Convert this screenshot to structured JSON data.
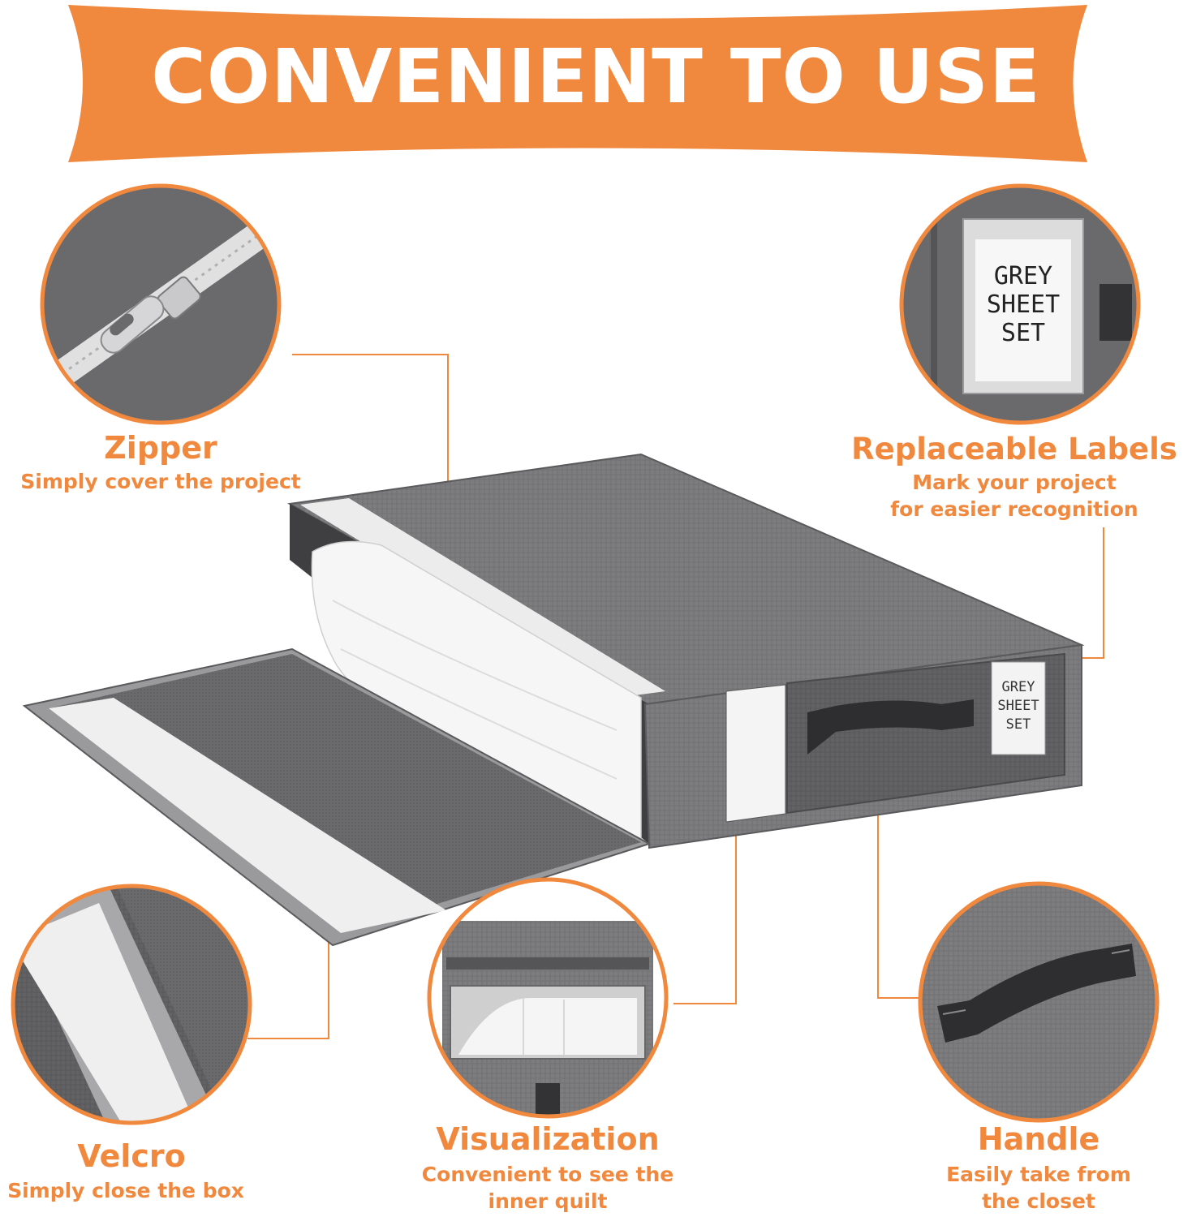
{
  "banner": {
    "title": "CONVENIENT TO USE",
    "color": "#f0883e"
  },
  "features": {
    "zipper": {
      "title": "Zipper",
      "subtitle": "Simply cover the project",
      "icon": "zipper-pull-icon"
    },
    "labels": {
      "title": "Replaceable Labels",
      "subtitle_line1": "Mark your project",
      "subtitle_line2": "for easier recognition",
      "icon": "label-card-icon"
    },
    "velcro": {
      "title": "Velcro",
      "subtitle": "Simply close the box",
      "icon": "velcro-strip-icon"
    },
    "visualization": {
      "title": "Visualization",
      "subtitle_line1": "Convenient to see the",
      "subtitle_line2": "inner quilt",
      "icon": "window-icon"
    },
    "handle": {
      "title": "Handle",
      "subtitle_line1": "Easily take from",
      "subtitle_line2": "the closet",
      "icon": "handle-icon"
    }
  },
  "product": {
    "label_card_text_line1": "GREY",
    "label_card_text_line2": "SHEET",
    "label_card_text_line3": "SET"
  },
  "colors": {
    "accent": "#f0883e",
    "fabric": "#7b7b7d",
    "fabric_dark": "#5f5f61",
    "velcro": "#e8e8e8"
  }
}
